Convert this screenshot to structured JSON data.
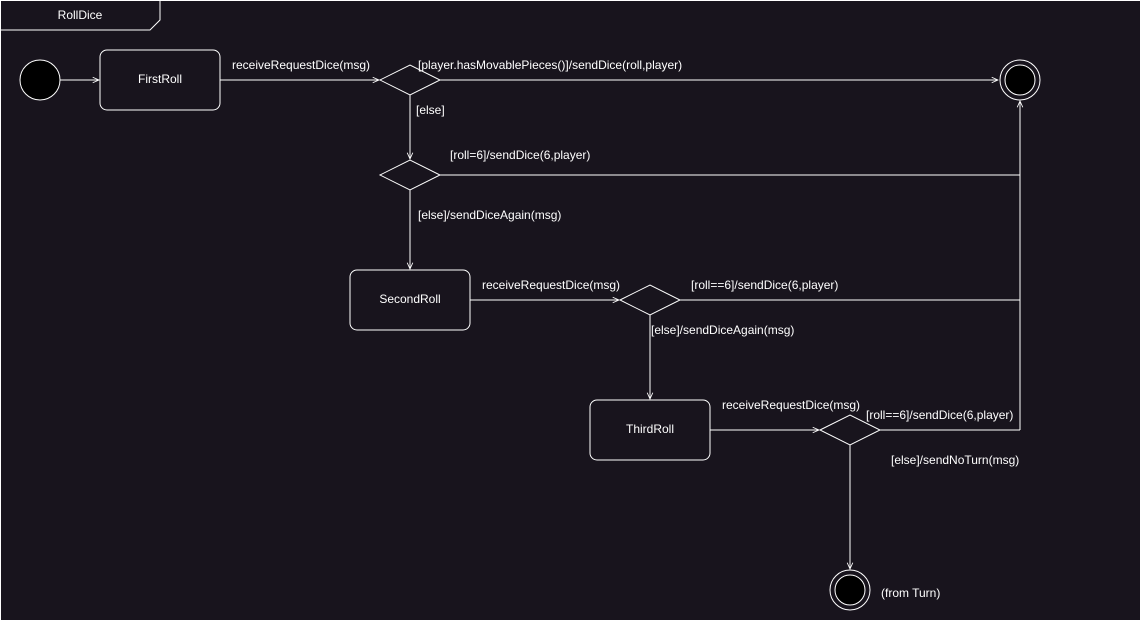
{
  "diagram": {
    "frame_title": "RollDice",
    "states": {
      "first": "FirstRoll",
      "second": "SecondRoll",
      "third": "ThirdRoll"
    },
    "labels": {
      "first_trigger": "receiveRequestDice(msg)",
      "movable_guard": "[player.hasMovablePieces()]/sendDice(roll,player)",
      "else_1": "[else]",
      "roll6_first": "[roll=6]/sendDice(6,player)",
      "else_again_1": "[else]/sendDiceAgain(msg)",
      "second_trigger": "receiveRequestDice(msg)",
      "roll6_second": "[roll==6]/sendDice(6,player)",
      "else_again_2": "[else]/sendDiceAgain(msg)",
      "third_trigger": "receiveRequestDice(msg)",
      "roll6_third": "[roll==6]/sendDice(6,player)",
      "else_no_turn": "[else]/sendNoTurn(msg)",
      "from_turn": "(from Turn)"
    },
    "colors": {
      "background": "#18141d",
      "stroke": "#ffffff",
      "text": "#ffffff"
    }
  }
}
